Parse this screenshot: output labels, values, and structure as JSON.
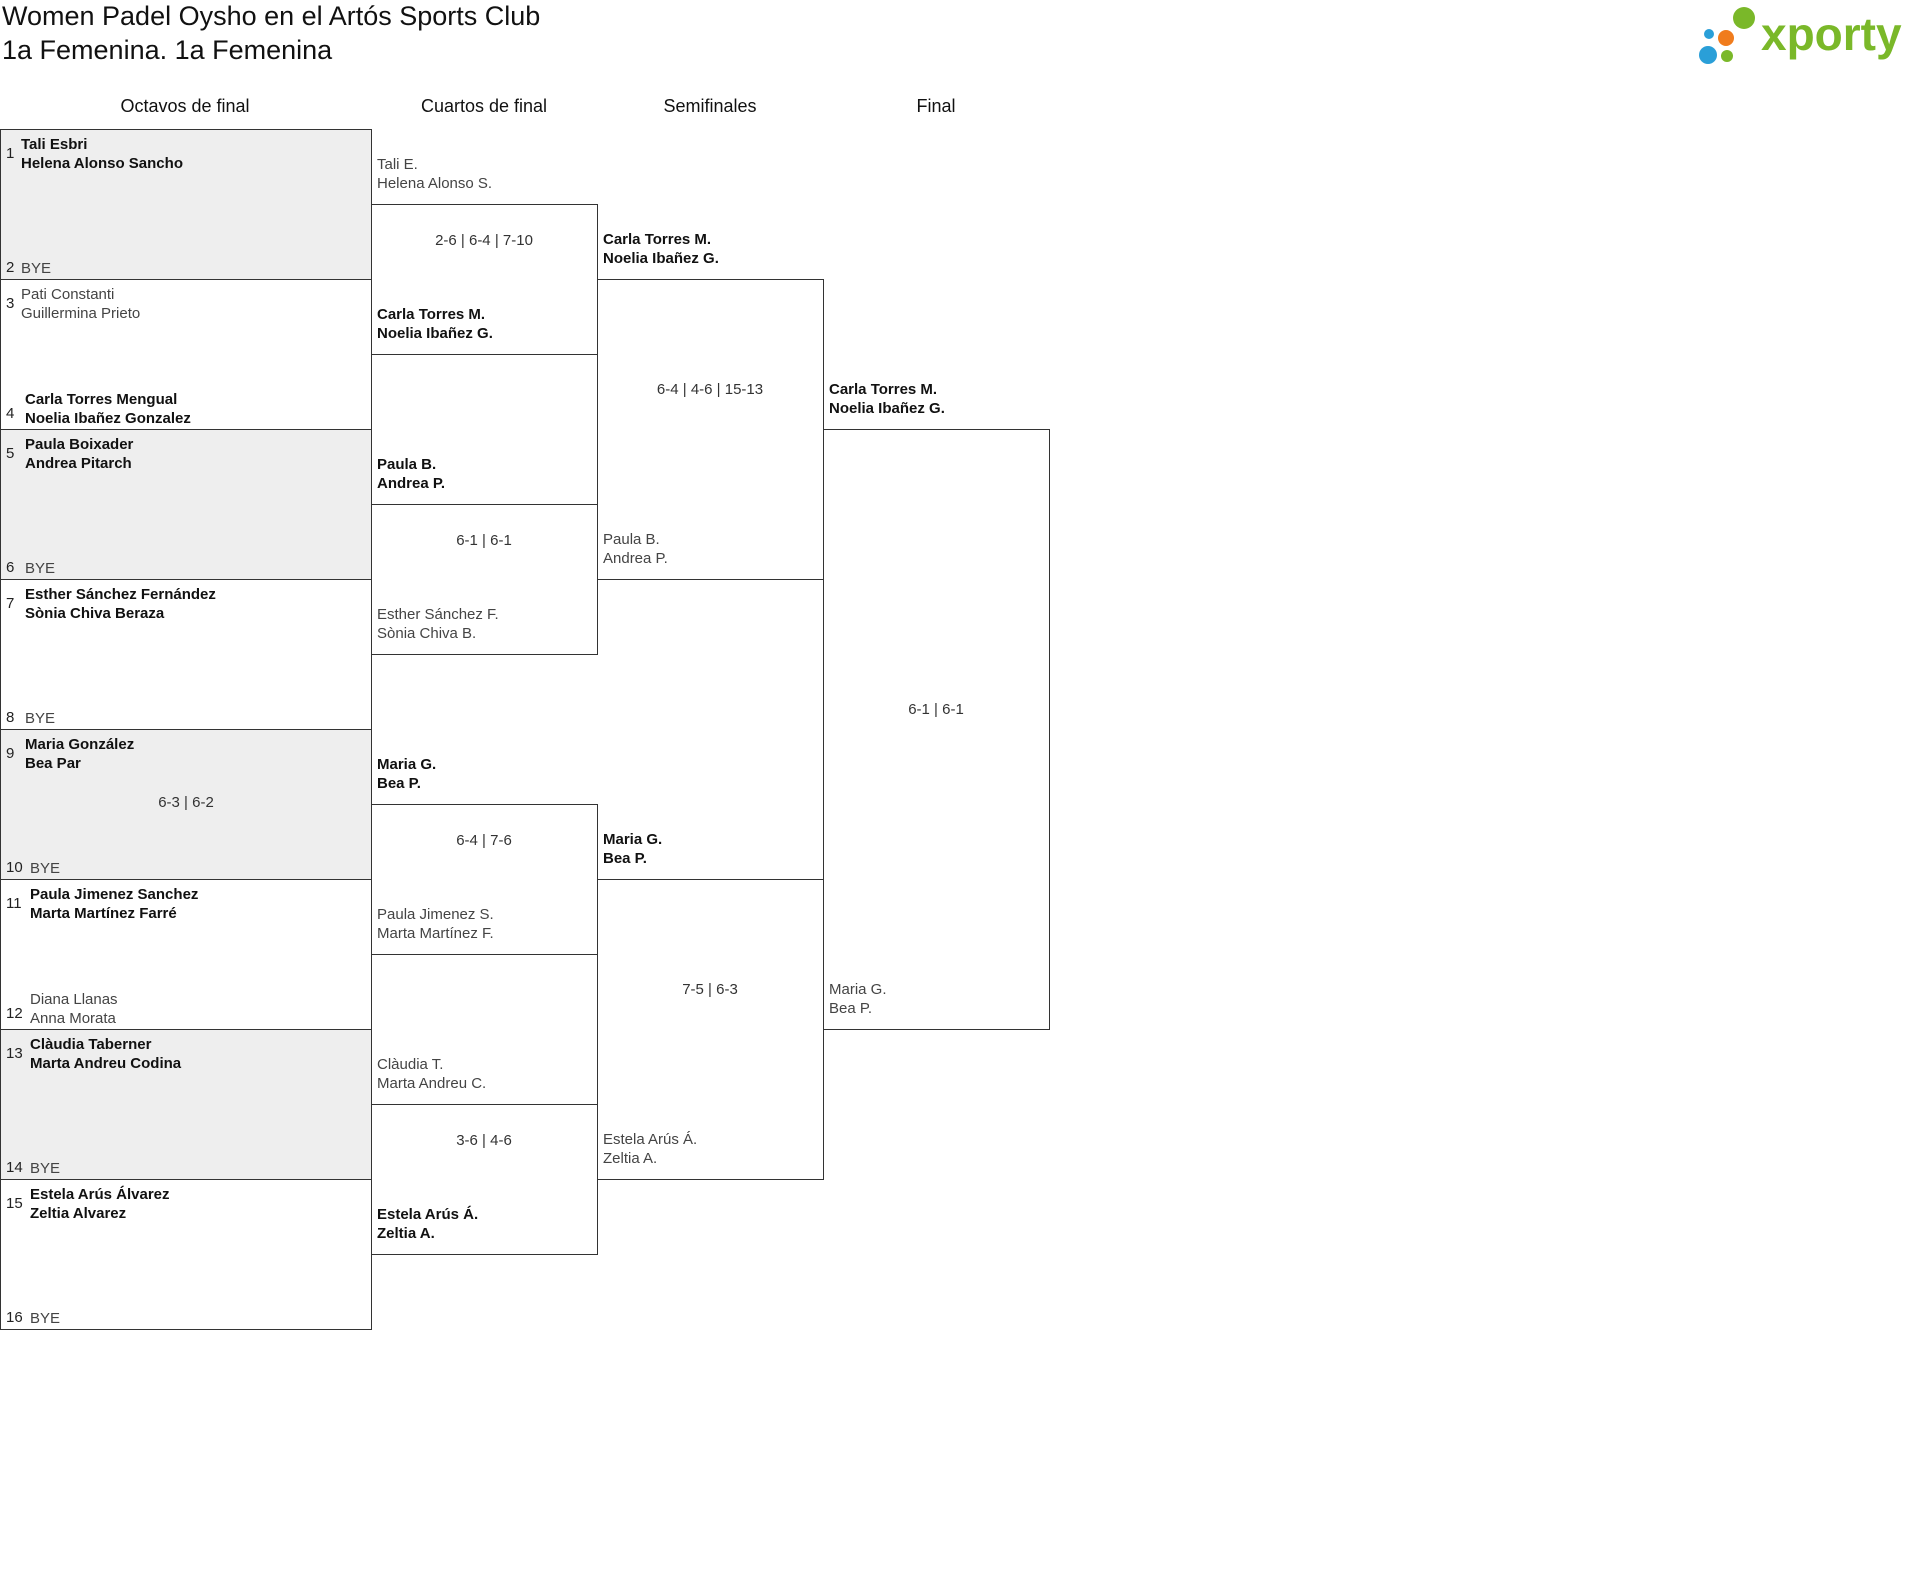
{
  "header": {
    "title": "Women Padel Oysho en el Artós Sports Club",
    "subtitle": "1a Femenina. 1a Femenina",
    "logo_text": "xporty"
  },
  "colors": {
    "brand_green": "#7ab829",
    "logo_blue": "#2a9fd8",
    "logo_orange": "#f07c1d",
    "shade": "#eeeeee"
  },
  "rounds": [
    "Octavos de final",
    "Cuartos de final",
    "Semifinales",
    "Final"
  ],
  "r16": [
    {
      "seed": "1",
      "p1": "Tali Esbri",
      "p2": "Helena Alonso Sancho",
      "winner": true
    },
    {
      "seed": "2",
      "p1": "BYE",
      "p2": "",
      "winner": false
    },
    {
      "seed": "3",
      "p1": "Pati Constanti",
      "p2": "Guillermina Prieto",
      "winner": false
    },
    {
      "seed": "4",
      "p1": "Carla Torres Mengual",
      "p2": "Noelia Ibañez Gonzalez",
      "winner": true
    },
    {
      "seed": "5",
      "p1": "Paula Boixader",
      "p2": "Andrea Pitarch",
      "winner": true
    },
    {
      "seed": "6",
      "p1": "BYE",
      "p2": "",
      "winner": false
    },
    {
      "seed": "7",
      "p1": "Esther Sánchez Fernández",
      "p2": "Sònia Chiva Beraza",
      "winner": true
    },
    {
      "seed": "8",
      "p1": "BYE",
      "p2": "",
      "winner": false
    },
    {
      "seed": "9",
      "p1": "Maria González",
      "p2": "Bea Par",
      "winner": true
    },
    {
      "seed": "10",
      "p1": "BYE",
      "p2": "",
      "winner": false
    },
    {
      "seed": "11",
      "p1": "Paula Jimenez Sanchez",
      "p2": "Marta Martínez Farré",
      "winner": true
    },
    {
      "seed": "12",
      "p1": "Diana Llanas",
      "p2": "Anna Morata",
      "winner": false
    },
    {
      "seed": "13",
      "p1": "Clàudia Taberner",
      "p2": "Marta Andreu Codina",
      "winner": true
    },
    {
      "seed": "14",
      "p1": "BYE",
      "p2": "",
      "winner": false
    },
    {
      "seed": "15",
      "p1": "Estela Arús Álvarez",
      "p2": "Zeltia Alvarez",
      "winner": true
    },
    {
      "seed": "16",
      "p1": "BYE",
      "p2": "",
      "winner": false
    }
  ],
  "r16_scores": [
    "",
    "",
    "",
    "",
    "6-3 | 6-2",
    "",
    "",
    ""
  ],
  "qf": [
    {
      "p1": "Tali E.",
      "p2": "Helena Alonso S.",
      "winner": false
    },
    {
      "p1": "Carla Torres M.",
      "p2": "Noelia Ibañez G.",
      "winner": true
    },
    {
      "p1": "Paula B.",
      "p2": "Andrea P.",
      "winner": true
    },
    {
      "p1": "Esther Sánchez F.",
      "p2": "Sònia Chiva B.",
      "winner": false
    },
    {
      "p1": "Maria G.",
      "p2": "Bea P.",
      "winner": true
    },
    {
      "p1": "Paula Jimenez S.",
      "p2": "Marta Martínez F.",
      "winner": false
    },
    {
      "p1": "Clàudia T.",
      "p2": "Marta Andreu C.",
      "winner": false
    },
    {
      "p1": "Estela Arús Á.",
      "p2": "Zeltia A.",
      "winner": true
    }
  ],
  "qf_scores": [
    "2-6 | 6-4 | 7-10",
    "6-1 | 6-1",
    "6-4 | 7-6",
    "3-6 | 4-6"
  ],
  "sf": [
    {
      "p1": "Carla Torres M.",
      "p2": "Noelia Ibañez G.",
      "winner": true
    },
    {
      "p1": "Paula B.",
      "p2": "Andrea P.",
      "winner": false
    },
    {
      "p1": "Maria G.",
      "p2": "Bea P.",
      "winner": true
    },
    {
      "p1": "Estela Arús Á.",
      "p2": "Zeltia A.",
      "winner": false
    }
  ],
  "sf_scores": [
    "6-4 | 4-6 | 15-13",
    "7-5 | 6-3"
  ],
  "final": [
    {
      "p1": "Carla Torres M.",
      "p2": "Noelia Ibañez G.",
      "winner": true
    },
    {
      "p1": "Maria G.",
      "p2": "Bea P.",
      "winner": false
    }
  ],
  "final_score": "6-1 | 6-1"
}
